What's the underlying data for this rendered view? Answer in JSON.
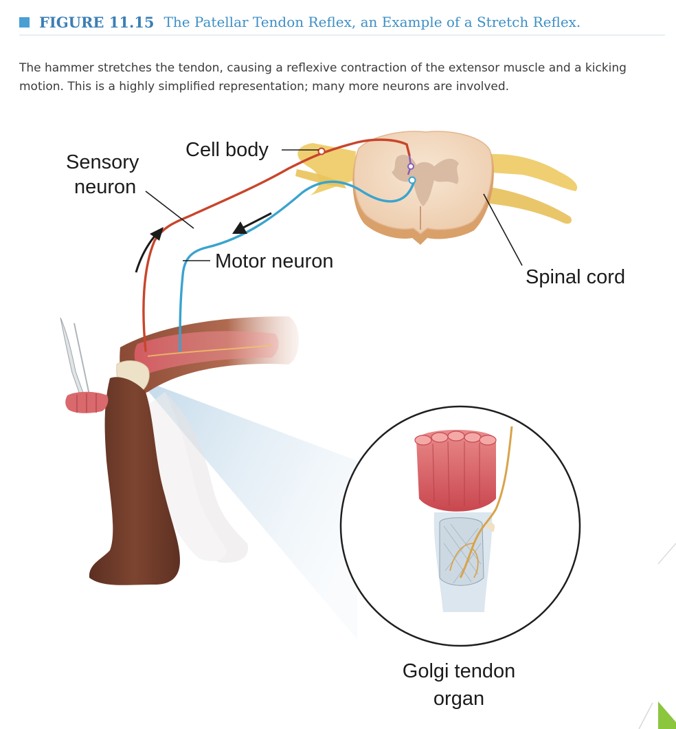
{
  "header": {
    "figure_number": "FIGURE 11.15",
    "title": "The Patellar Tendon Reflex, an Example of a Stretch Reflex.",
    "caption": "The hammer stretches the tendon, causing a reflexive contraction of the extensor muscle and a kicking motion. This is a highly simplified representation; many more neurons are involved."
  },
  "labels": {
    "cell_body": "Cell body",
    "sensory_neuron_line1": "Sensory",
    "sensory_neuron_line2": "neuron",
    "motor_neuron": "Motor neuron",
    "spinal_cord": "Spinal cord",
    "golgi_line1": "Golgi tendon",
    "golgi_line2": "organ"
  },
  "colors": {
    "sensory_neuron": "#c8452b",
    "motor_neuron": "#3aa3cf",
    "title_blue": "#3c8fc6",
    "marker_blue": "#4a9fd3",
    "muscle": "#d9656a",
    "nerve_yellow": "#e9c35a",
    "skin": "#7a4430",
    "corner_accent": "#8cc63f"
  }
}
